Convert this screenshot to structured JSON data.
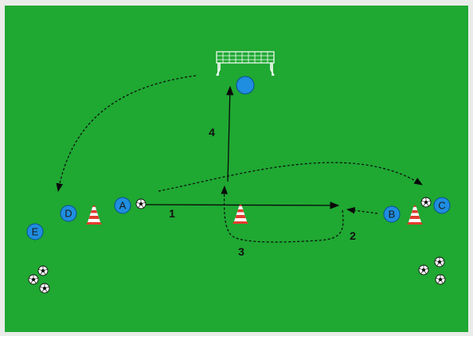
{
  "colors": {
    "pitch": "#1fa832",
    "border": "#e9ece9",
    "player": "#1f8de0",
    "player_stroke": "#0d4f8f",
    "line": "#0a0a0a",
    "cone_red": "#e23b2e",
    "cone_white": "#ffffff"
  },
  "players": {
    "a": "A",
    "b": "B",
    "c": "C",
    "d": "D",
    "e": "E"
  },
  "steps": {
    "one": "1",
    "two": "2",
    "three": "3",
    "four": "4"
  },
  "icons": [
    "goal-icon",
    "cone-icon",
    "soccer-ball-icon",
    "player-icon"
  ]
}
